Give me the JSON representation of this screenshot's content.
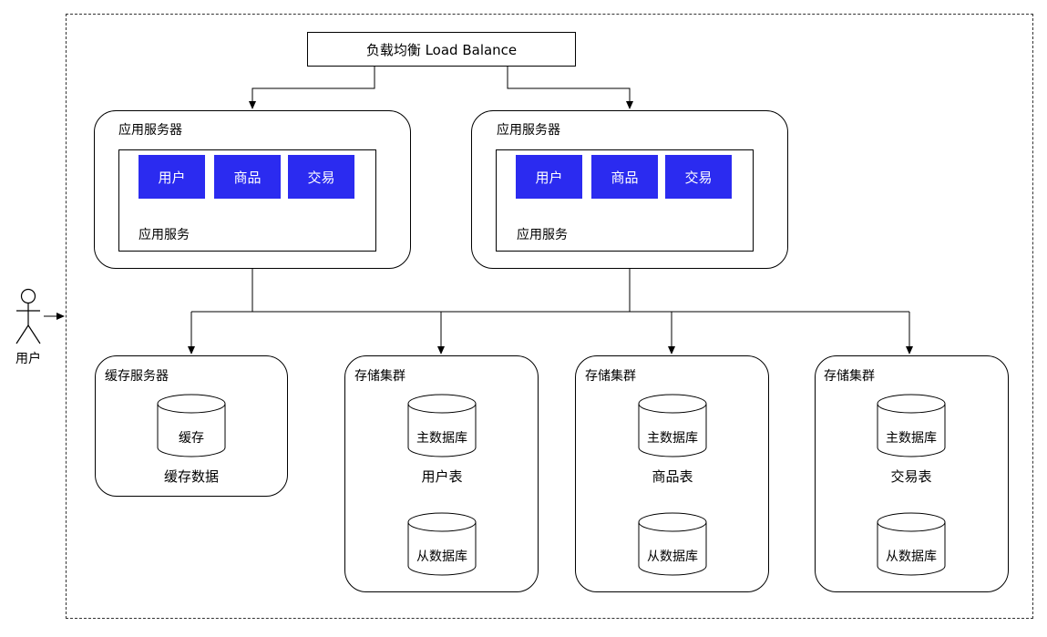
{
  "load_balancer": {
    "label": "负载均衡 Load Balance"
  },
  "user": {
    "label": "用户",
    "icon": "person-icon"
  },
  "app_servers": [
    {
      "title": "应用服务器",
      "service_label": "应用服务",
      "modules": [
        "用户",
        "商品",
        "交易"
      ]
    },
    {
      "title": "应用服务器",
      "service_label": "应用服务",
      "modules": [
        "用户",
        "商品",
        "交易"
      ]
    }
  ],
  "cache_server": {
    "title": "缓存服务器",
    "cylinder_label": "缓存",
    "caption": "缓存数据"
  },
  "storage_clusters": [
    {
      "title": "存储集群",
      "master": "主数据库",
      "table": "用户表",
      "slave": "从数据库"
    },
    {
      "title": "存储集群",
      "master": "主数据库",
      "table": "商品表",
      "slave": "从数据库"
    },
    {
      "title": "存储集群",
      "master": "主数据库",
      "table": "交易表",
      "slave": "从数据库"
    }
  ],
  "colors": {
    "module_fill": "#2b2bf0",
    "module_text": "#ffffff",
    "stroke": "#000000"
  }
}
